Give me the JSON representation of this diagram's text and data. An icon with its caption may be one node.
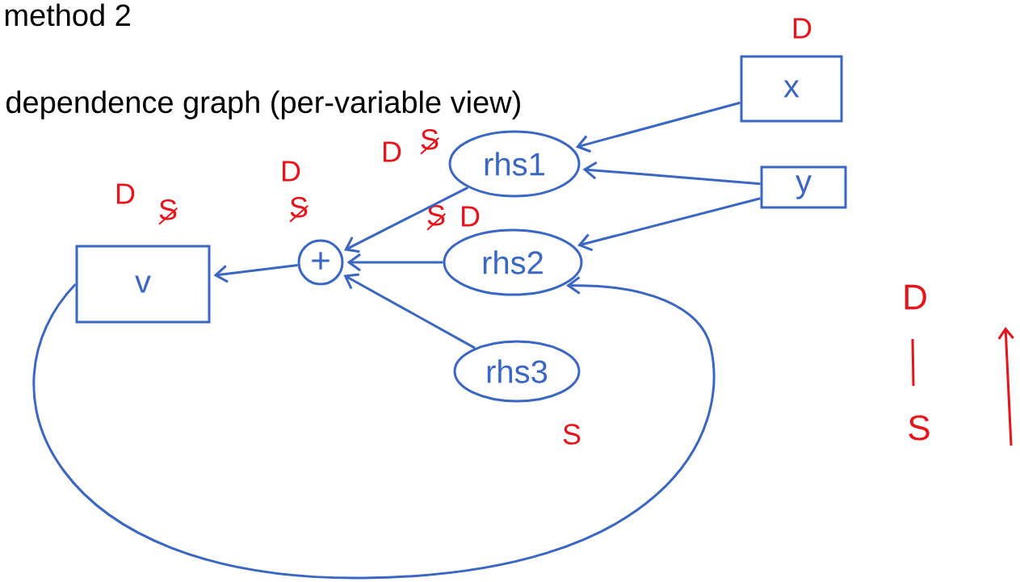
{
  "diagram": {
    "title": "method 2",
    "nodes": [
      {
        "text": [
          "x"
        ],
        "beside": [
          "D"
        ]
      },
      {
        "text": [
          "y"
        ]
      },
      {
        "text": [
          "rhs1"
        ],
        "beside": [
          "D",
          "S"
        ]
      },
      {
        "text": [
          "rhs2"
        ],
        "beside": [
          "S",
          "D"
        ]
      },
      {
        "text": [
          "rhs3"
        ],
        "beside": [
          "S"
        ]
      },
      {
        "text": [
          "+"
        ],
        "beside": [
          "D",
          "S"
        ]
      },
      {
        "text": [
          "v"
        ],
        "beside": [
          "D",
          "S"
        ]
      }
    ],
    "edges": [
      {
        "from": 0,
        "to": 2,
        "arrow": "to"
      },
      {
        "from": 1,
        "to": 2,
        "arrow": "to"
      },
      {
        "from": 1,
        "to": 3,
        "arrow": "to"
      },
      {
        "from": 2,
        "to": 5,
        "arrow": "to"
      },
      {
        "from": 3,
        "to": 5,
        "arrow": "to"
      },
      {
        "from": 4,
        "to": 5,
        "arrow": "to"
      },
      {
        "from": 5,
        "to": 6,
        "arrow": "to"
      },
      {
        "from": 6,
        "to": 3,
        "arrow": "to"
      }
    ],
    "labels": [
      "dependence graph (per-variable view)",
      "D",
      "S"
    ]
  }
}
